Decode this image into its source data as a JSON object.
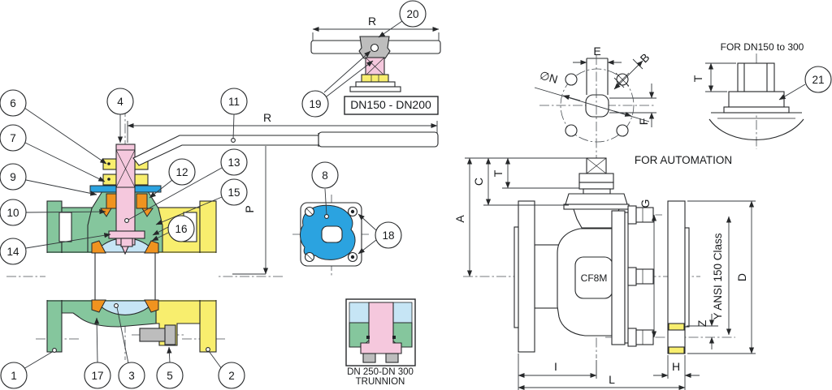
{
  "drawing": {
    "callouts": {
      "c1": "1",
      "c2": "2",
      "c3": "3",
      "c4": "4",
      "c5": "5",
      "c6": "6",
      "c7": "7",
      "c8": "8",
      "c9": "9",
      "c10": "10",
      "c11": "11",
      "c12": "12",
      "c13": "13",
      "c14": "14",
      "c15": "15",
      "c16": "16",
      "c17": "17",
      "c18": "18",
      "c19": "19",
      "c20": "20",
      "c21": "21"
    },
    "dims": {
      "r": "R",
      "r_detail": "R",
      "p": "P",
      "a": "A",
      "c": "C",
      "t": "T",
      "t_detail": "T",
      "e": "E",
      "b": "B",
      "n": "∅N",
      "f": "F",
      "g": "G",
      "d": "D",
      "z": "Z",
      "i": "I",
      "l": "L",
      "h": "H"
    },
    "labels": {
      "range_box": "DN150 - DN200",
      "trunnion_line1": "DN 250-DN 300",
      "trunnion_line2": "TRUNNION",
      "stem_detail": "FOR DN150 to 300",
      "automation": "FOR AUTOMATION",
      "material": "CF8M",
      "bolt_circle": "Y ANSI 150 Class"
    },
    "colors": {
      "body_green": "#85c69d",
      "cap_yellow": "#f8ee6e",
      "ball_blue": "#c6e5f5",
      "stem_pink": "#f5c8dd",
      "seat_orange": "#f0931f",
      "gland_blue": "#2ba3e0",
      "metal_gray": "#bdbdbd"
    }
  }
}
